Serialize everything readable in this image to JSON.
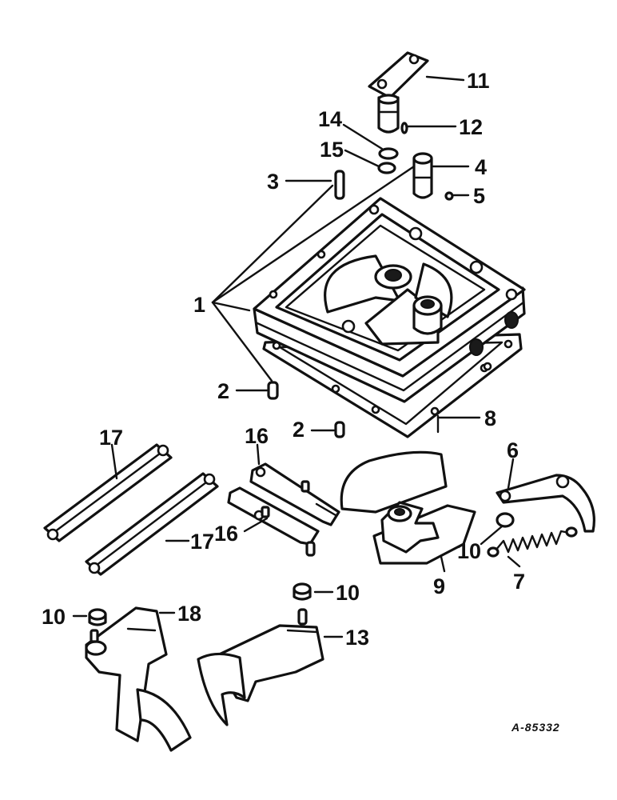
{
  "callouts": {
    "c1": "1",
    "c2a": "2",
    "c2b": "2",
    "c3": "3",
    "c4": "4",
    "c5": "5",
    "c6": "6",
    "c7": "7",
    "c8": "8",
    "c9": "9",
    "c10a": "10",
    "c10b": "10",
    "c10c": "10",
    "c11": "11",
    "c12": "12",
    "c13": "13",
    "c14": "14",
    "c15": "15",
    "c16a": "16",
    "c16b": "16",
    "c17a": "17",
    "c17b": "17",
    "c18": "18"
  },
  "reference_code": "A-85332",
  "colors": {
    "ink": "#111111",
    "paper": "#ffffff"
  }
}
